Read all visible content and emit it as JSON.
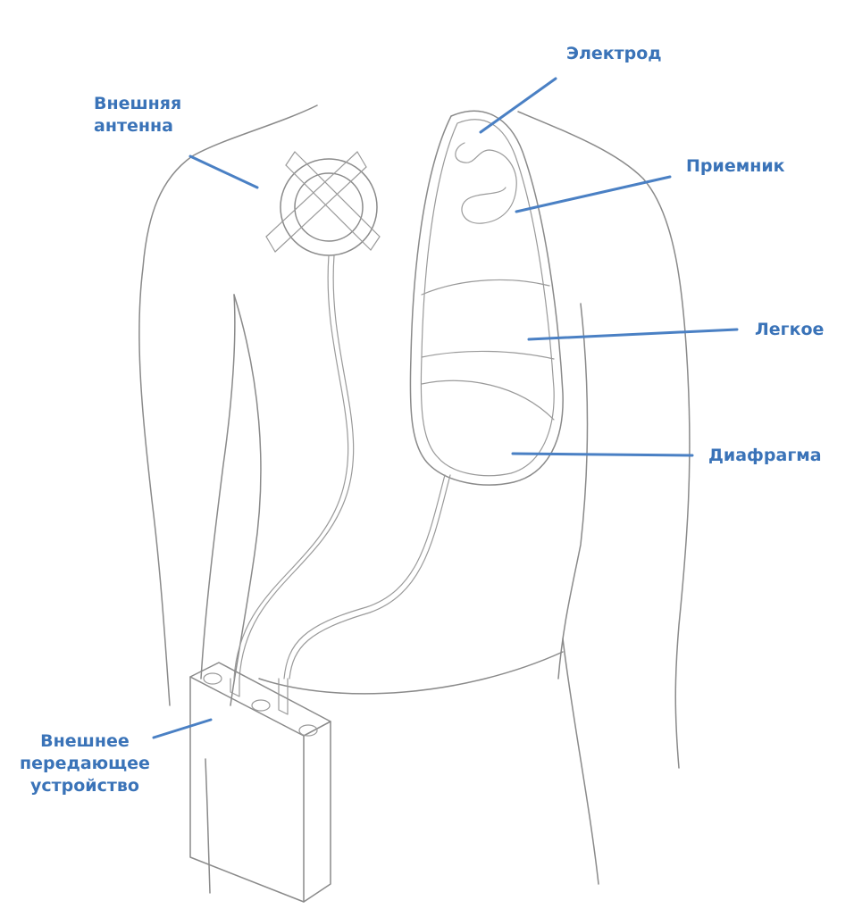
{
  "colors": {
    "label": "#3a73b8",
    "leader": "#4a80c4",
    "outline": "#8a8a8a"
  },
  "labels": {
    "electrode": "Электрод",
    "external_antenna": "Внешняя\nантенна",
    "receiver": "Приемник",
    "lung": "Легкое",
    "diaphragm": "Диафрагма",
    "external_transmitter": "Внешнее\nпередающее\nустройство"
  }
}
